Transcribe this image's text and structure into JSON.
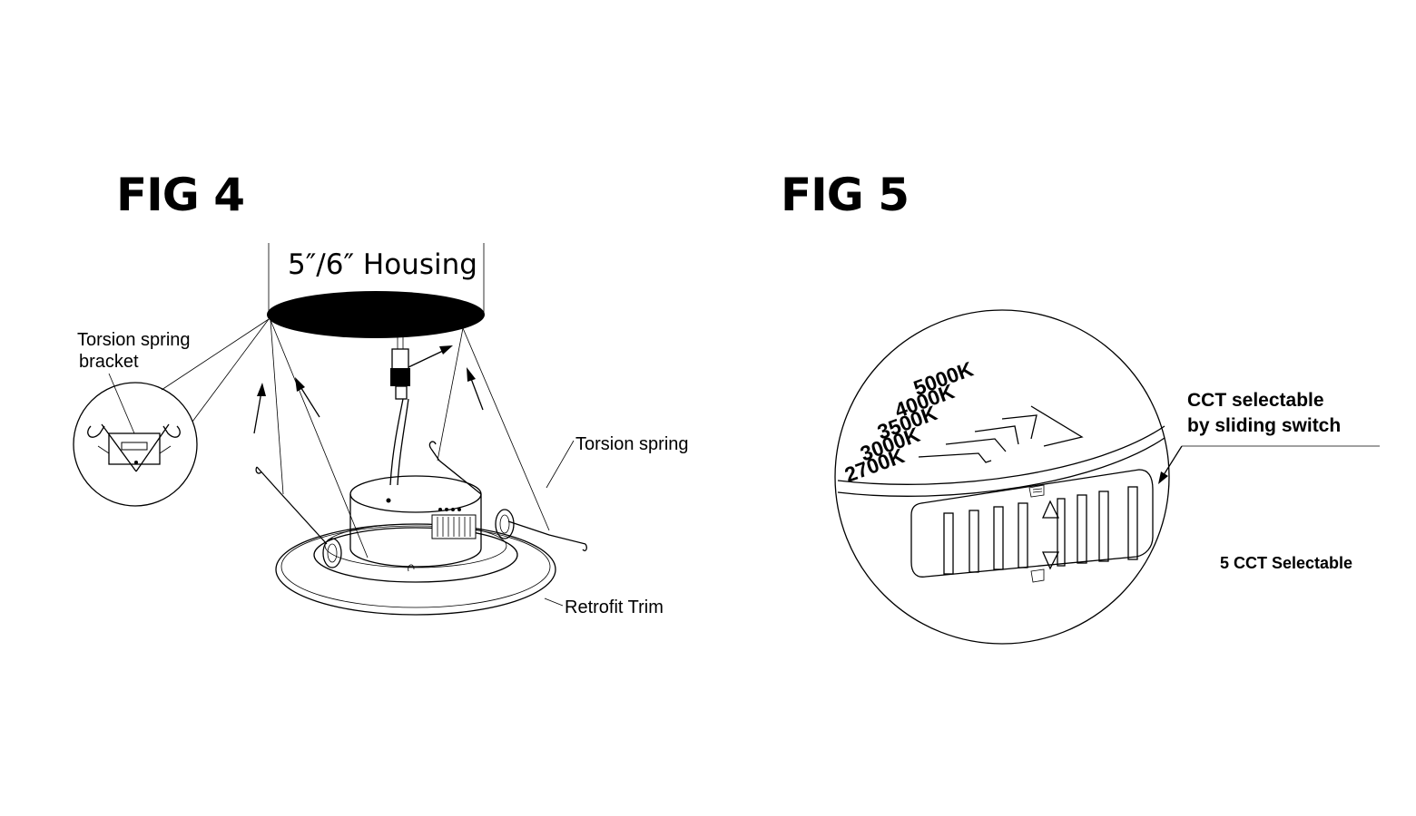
{
  "fig4": {
    "title": "FIG 4",
    "housing_label": "5″/6″ Housing",
    "bracket_label_line1": "Torsion spring",
    "bracket_label_line2": "bracket",
    "spring_label": "Torsion spring",
    "trim_label": "Retrofit Trim"
  },
  "fig5": {
    "title": "FIG 5",
    "switch_label_line1": "CCT selectable",
    "switch_label_line2": "by sliding switch",
    "cct_options": [
      "2700K",
      "3000K",
      "3500K",
      "4000K",
      "5000K"
    ],
    "selectable_label": "5 CCT Selectable"
  }
}
